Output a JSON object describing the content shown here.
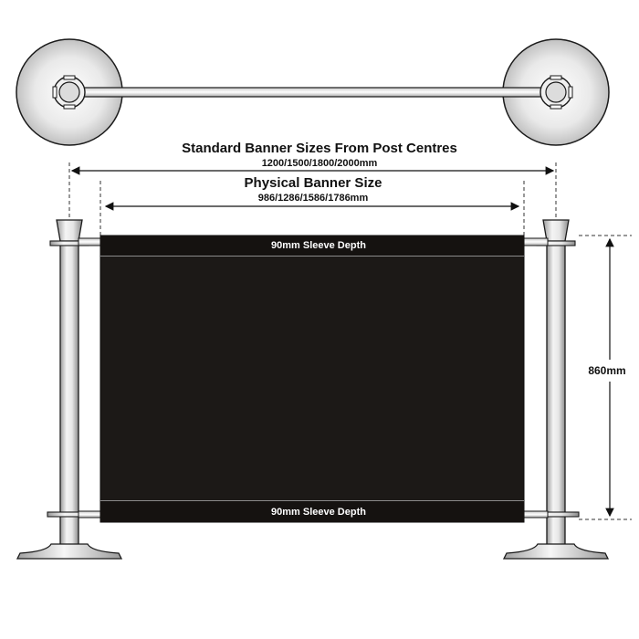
{
  "dimensions": {
    "post_centres_title": "Standard Banner Sizes From Post Centres",
    "post_centres_sizes": "1200/1500/1800/2000mm",
    "physical_title": "Physical Banner Size",
    "physical_sizes": "986/1286/1586/1786mm",
    "height": "860mm"
  },
  "banner": {
    "top_sleeve_label": "90mm Sleeve Depth",
    "bottom_sleeve_label": "90mm Sleeve Depth",
    "panel_color": "#1c1917",
    "sleeve_color": "#151210"
  },
  "colors": {
    "post_light": "#f2f2f2",
    "post_dark": "#8a8a8a",
    "outline": "#1a1a1a"
  }
}
